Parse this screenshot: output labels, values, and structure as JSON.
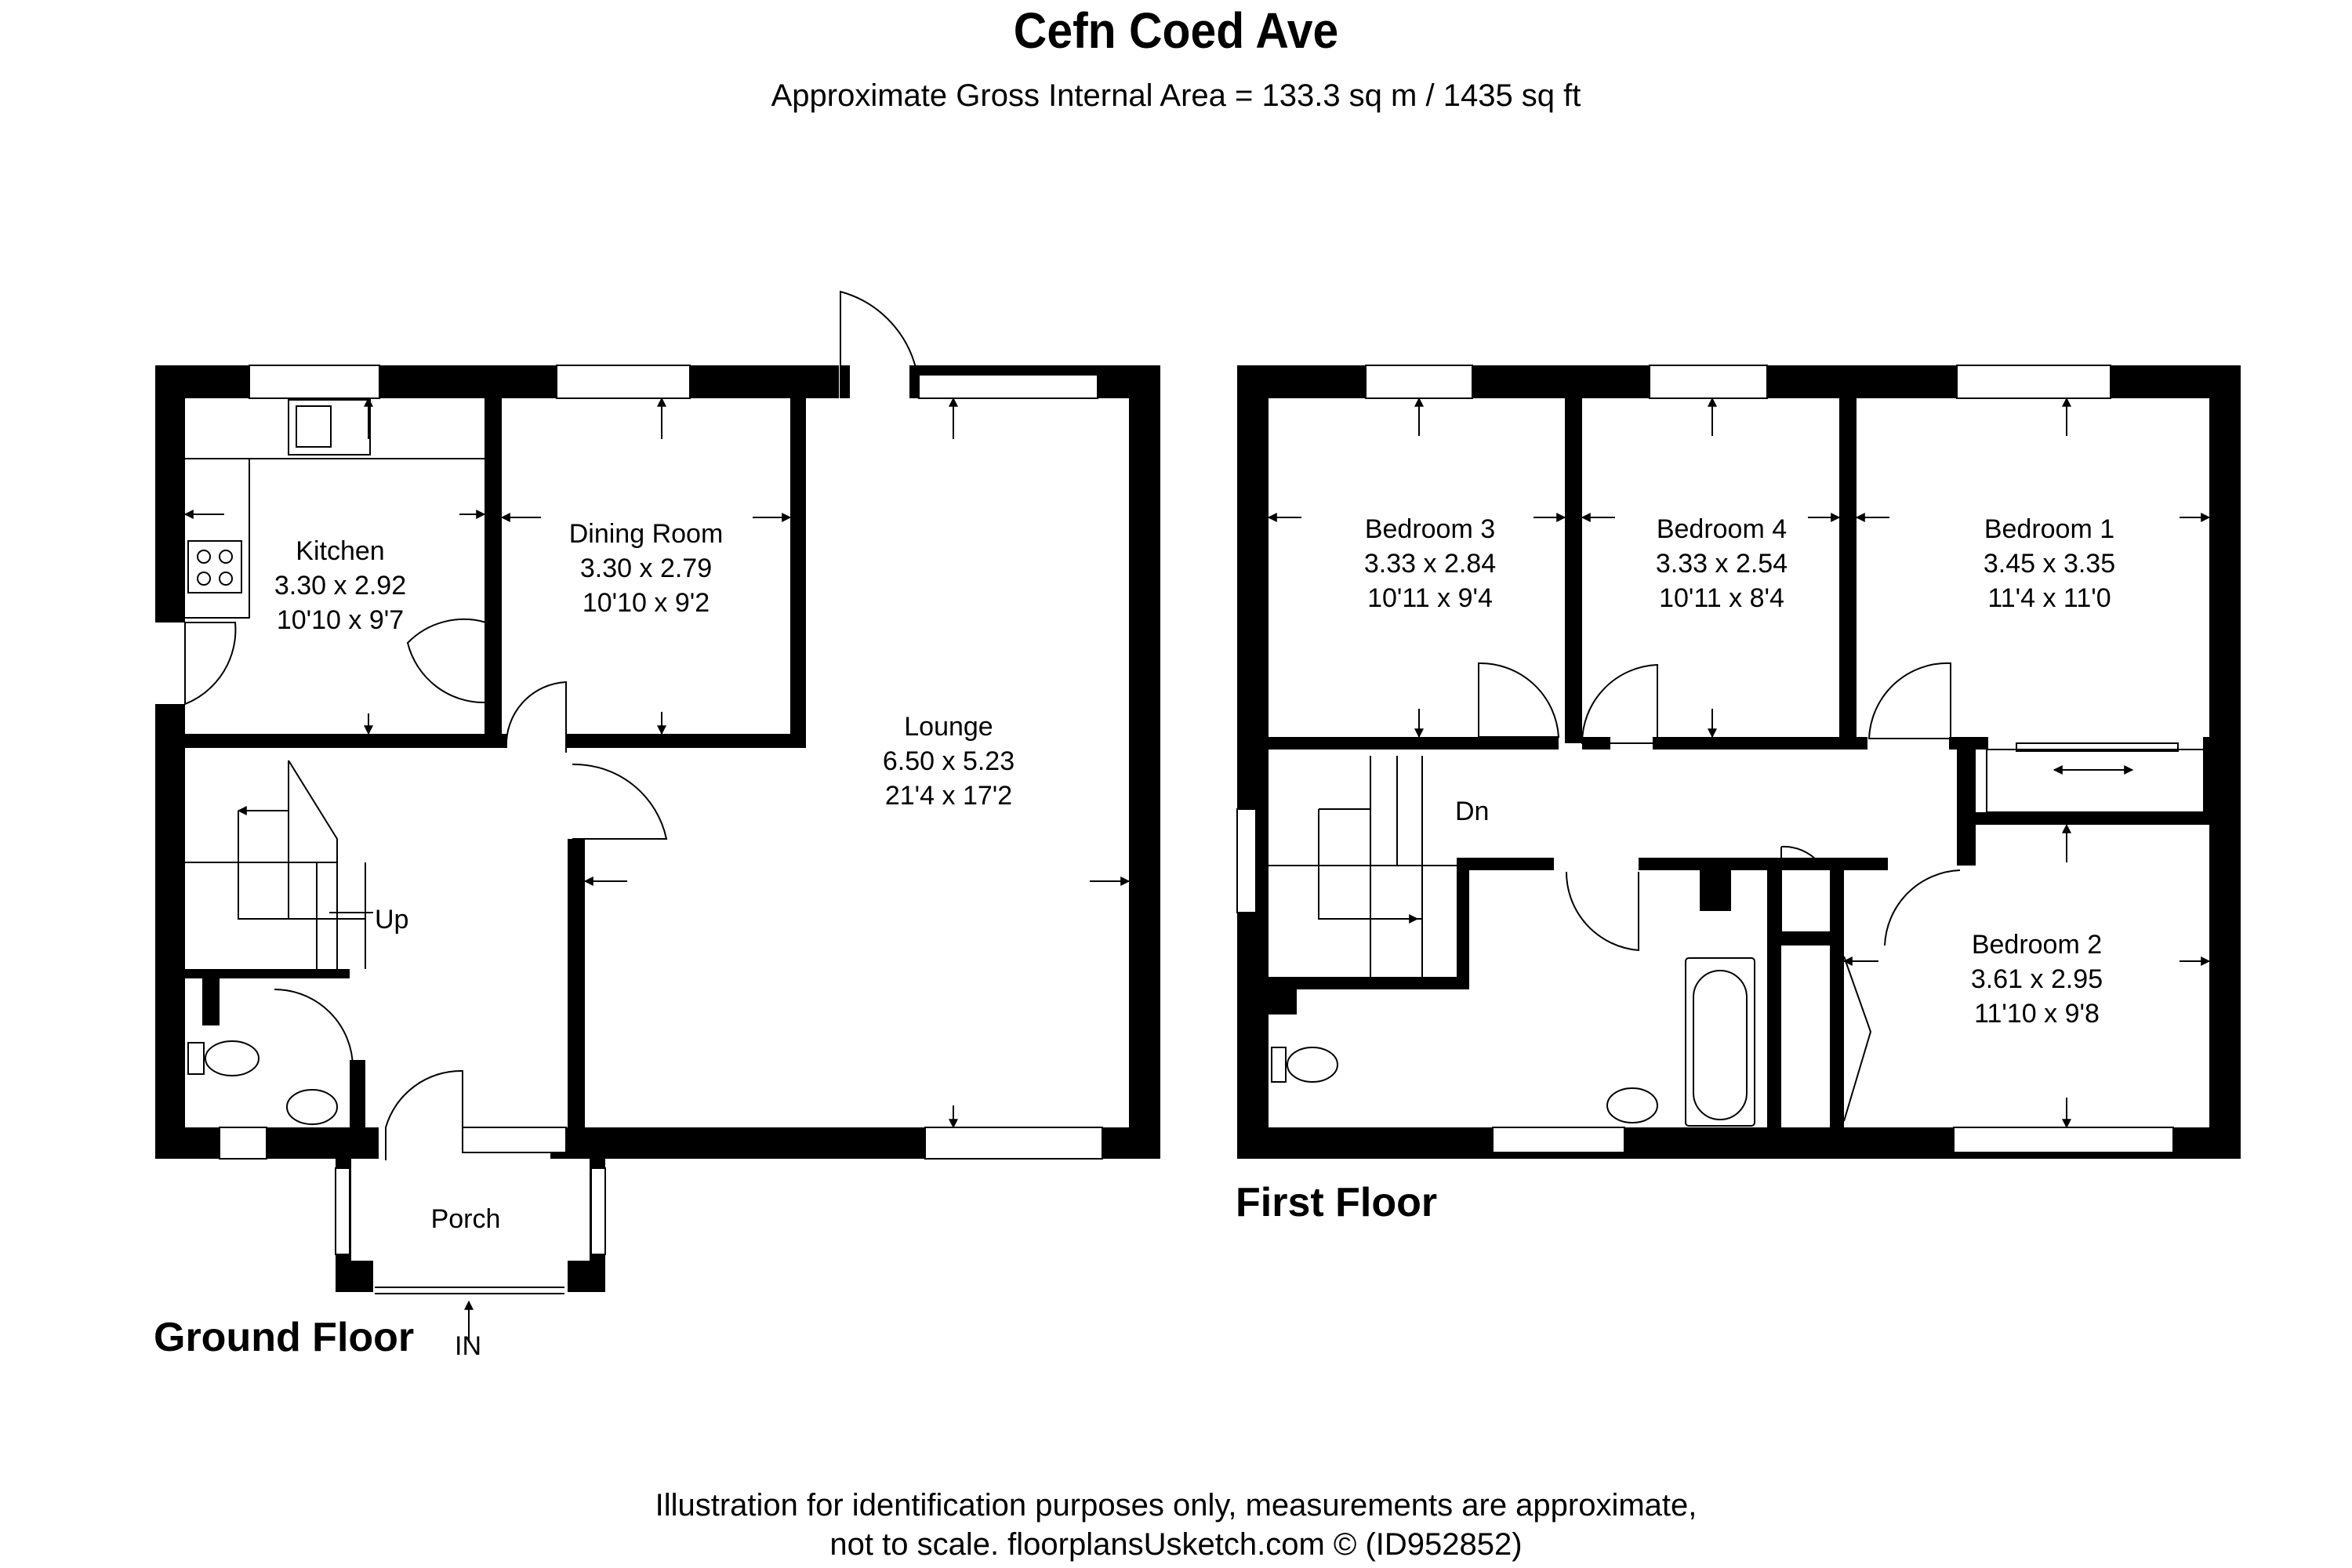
{
  "header": {
    "title": "Cefn Coed Ave",
    "subtitle": "Approximate Gross Internal Area = 133.3 sq m / 1435 sq ft"
  },
  "ground_floor": {
    "label": "Ground Floor",
    "rooms": {
      "kitchen": {
        "name": "Kitchen",
        "metric": "3.30 x 2.92",
        "imperial": "10'10 x 9'7"
      },
      "dining": {
        "name": "Dining Room",
        "metric": "3.30 x 2.79",
        "imperial": "10'10 x 9'2"
      },
      "lounge": {
        "name": "Lounge",
        "metric": "6.50 x 5.23",
        "imperial": "21'4 x 17'2"
      },
      "porch": {
        "name": "Porch"
      }
    },
    "stairs_label": "Up",
    "entrance_label": "IN"
  },
  "first_floor": {
    "label": "First Floor",
    "rooms": {
      "bedroom3": {
        "name": "Bedroom 3",
        "metric": "3.33 x 2.84",
        "imperial": "10'11 x 9'4"
      },
      "bedroom4": {
        "name": "Bedroom 4",
        "metric": "3.33 x 2.54",
        "imperial": "10'11 x 8'4"
      },
      "bedroom1": {
        "name": "Bedroom 1",
        "metric": "3.45 x 3.35",
        "imperial": "11'4 x 11'0"
      },
      "bedroom2": {
        "name": "Bedroom 2",
        "metric": "3.61 x 2.95",
        "imperial": "11'10 x 9'8"
      }
    },
    "stairs_label": "Dn"
  },
  "footer": {
    "line1": "Illustration for identification purposes only, measurements are approximate,",
    "line2": "not to scale. floorplansUsketch.com © (ID952852)"
  }
}
